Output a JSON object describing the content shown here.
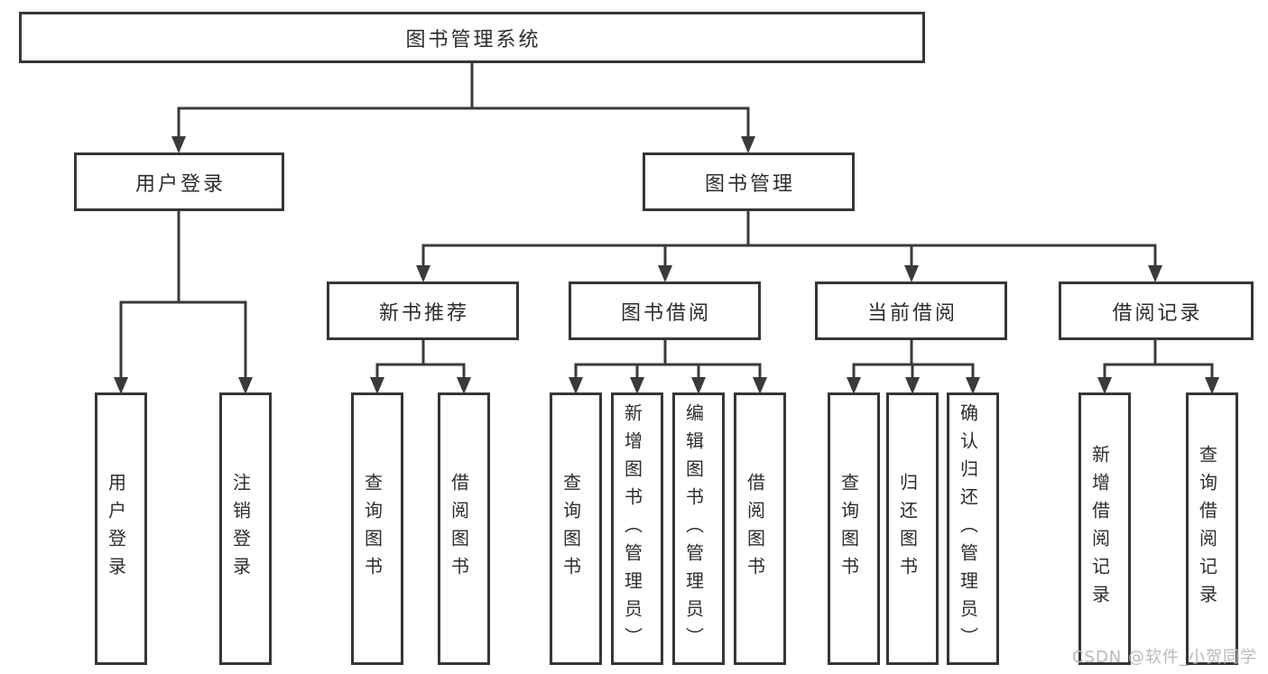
{
  "diagram": {
    "root": {
      "label": "图书管理系统"
    },
    "level2": {
      "user_login": {
        "label": "用户登录"
      },
      "book_mgmt": {
        "label": "图书管理"
      }
    },
    "user_login_children": {
      "login": {
        "label": "用户登录"
      },
      "logout": {
        "label": "注销登录"
      }
    },
    "book_mgmt_children": {
      "new_book_rec": {
        "label": "新书推荐"
      },
      "book_borrow": {
        "label": "图书借阅"
      },
      "current_borrow": {
        "label": "当前借阅"
      },
      "borrow_records": {
        "label": "借阅记录"
      }
    },
    "new_book_rec_children": {
      "query_book": {
        "label": "查询图书"
      },
      "borrow_book": {
        "label": "借阅图书"
      }
    },
    "book_borrow_children": {
      "query_book": {
        "label": "查询图书"
      },
      "add_book": {
        "label": "新增图书（管理员）"
      },
      "edit_book": {
        "label": "编辑图书（管理员）"
      },
      "borrow_book": {
        "label": "借阅图书"
      }
    },
    "current_borrow_children": {
      "query_book": {
        "label": "查询图书"
      },
      "return_book": {
        "label": "归还图书"
      },
      "confirm_return": {
        "label": "确认归还（管理员）"
      }
    },
    "borrow_records_children": {
      "add_record": {
        "label": "新增借阅记录"
      },
      "query_record": {
        "label": "查询借阅记录"
      }
    }
  },
  "colors": {
    "line": "#3a3a3a",
    "border": "#363636",
    "text": "#2d2d2d",
    "watermark": "#b9b9b9",
    "background": "#ffffff"
  },
  "watermark": {
    "text": "CSDN @软件_小贺同学"
  }
}
